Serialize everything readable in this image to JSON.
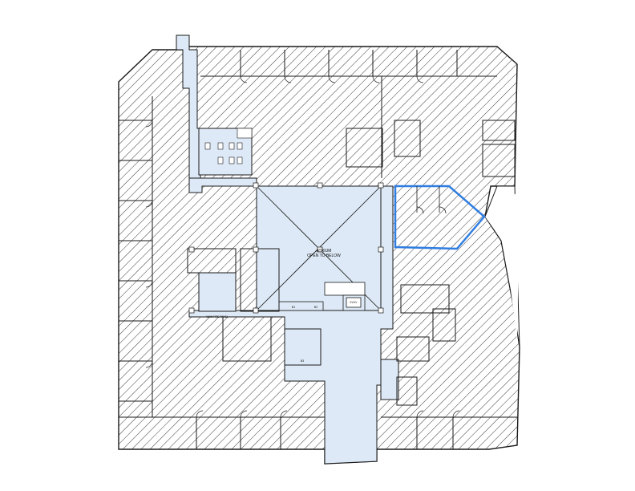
{
  "floor_plan": {
    "atrium": {
      "title": "ATRIUM",
      "subtitle": "OPEN TO BELOW"
    },
    "small_labels": {
      "main_fire_panel": "MAIN FIRE PANEL",
      "elevator": "ELEV",
      "stair_b1": "B1",
      "stair_b2": "B2",
      "stair_lobby": "B3"
    },
    "colors": {
      "hatch": "#3a3a3a",
      "common_area": "#dde9f6",
      "highlight_outline": "#2f7de1",
      "walls": "#1a1a1a",
      "background": "#ffffff"
    }
  }
}
